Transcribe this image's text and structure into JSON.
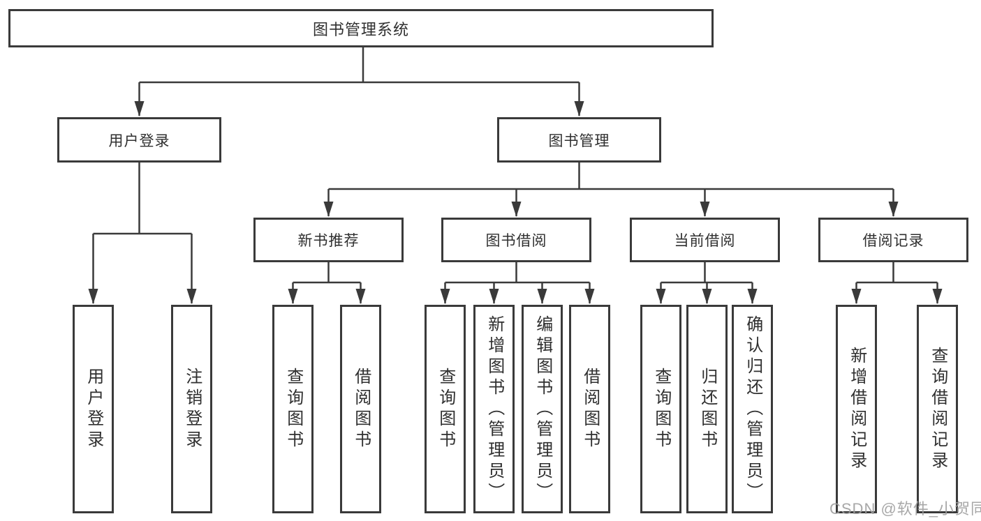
{
  "diagram": {
    "type": "hierarchy-tree",
    "root": "图书管理系统",
    "branches": [
      {
        "label": "用户登录",
        "children": [
          "用户登录",
          "注销登录"
        ]
      },
      {
        "label": "图书管理",
        "children": [
          {
            "label": "新书推荐",
            "children": [
              "查询图书",
              "借阅图书"
            ]
          },
          {
            "label": "图书借阅",
            "children": [
              "查询图书",
              "新增图书（管理员）",
              "编辑图书（管理员）",
              "借阅图书"
            ]
          },
          {
            "label": "当前借阅",
            "children": [
              "查询图书",
              "归还图书",
              "确认归还（管理员）"
            ]
          },
          {
            "label": "借阅记录",
            "children": [
              "新增借阅记录",
              "查询借阅记录"
            ]
          }
        ]
      }
    ]
  },
  "watermark": "CSDN @软件_小贺同学",
  "colors": {
    "line": "#3a3a3a",
    "box_border": "#3a3a3a",
    "text": "#2f2f2f",
    "watermark": "#9e9e9e",
    "background": "#ffffff"
  }
}
